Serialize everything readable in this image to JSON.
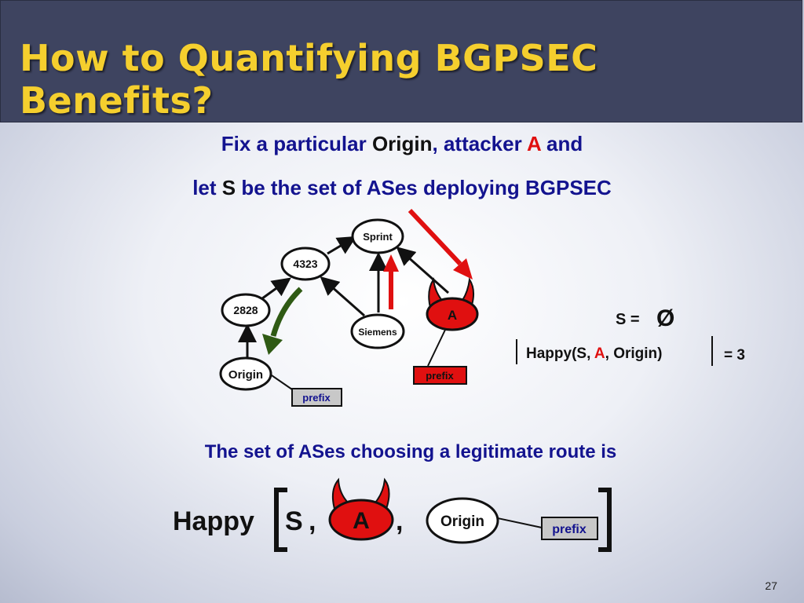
{
  "slide": {
    "title": "How to Quantifying BGPSEC Benefits?",
    "line1": {
      "p1": "Fix a particular ",
      "origin": "Origin",
      "p2": ", attacker ",
      "attacker": "A",
      "p3": " and"
    },
    "line2": {
      "p1": "let ",
      "s": "S",
      "p2": " be the set of ASes deploying BGPSEC"
    },
    "legit_sentence": "The set of ASes choosing a legitimate route is",
    "page_number": "27"
  },
  "graph": {
    "nodes": {
      "sprint": "Sprint",
      "n4323": "4323",
      "n2828": "2828",
      "siemens": "Siemens",
      "origin": "Origin",
      "attacker": "A"
    },
    "prefix_origin": "prefix",
    "prefix_attacker": "prefix"
  },
  "set_formula": {
    "s_label": "S =",
    "empty_set": "Ø",
    "bar_left": "|",
    "happy": "Happy(S, ",
    "attacker": "A",
    "rest": ", Origin)",
    "bar_right": "|",
    "equals": "= 3"
  },
  "happy_formula": {
    "happy": "Happy",
    "s": "S",
    "comma1": ",",
    "attacker": "A",
    "comma2": ",",
    "origin": "Origin",
    "prefix": "prefix"
  },
  "colors": {
    "title": "#f5cf2e",
    "title_bg": "#3e4460",
    "text_blue": "#13138f",
    "attacker_red": "#e01010",
    "arrow_green": "#2f5a14"
  }
}
